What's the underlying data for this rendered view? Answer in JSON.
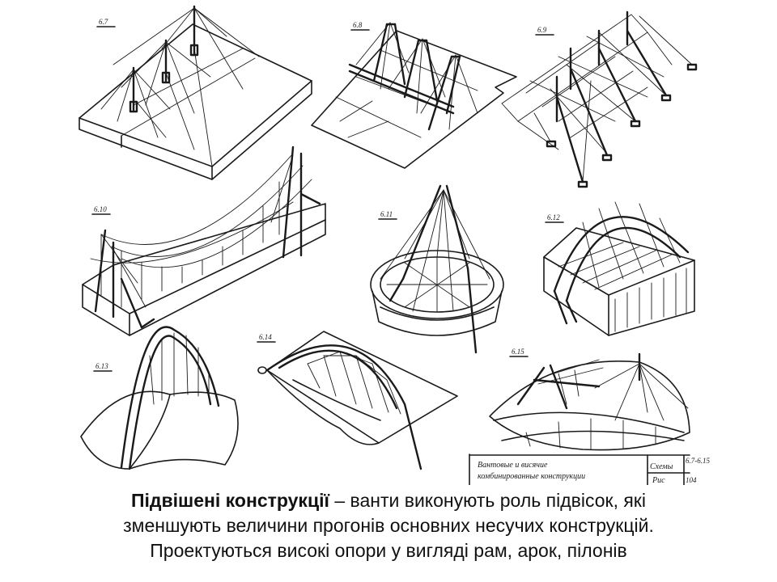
{
  "figure": {
    "labels": [
      "6.7",
      "6.8",
      "6.9",
      "6.10",
      "6.11",
      "6.12",
      "6.13",
      "6.14",
      "6.15"
    ],
    "stamp": {
      "title_line1": "Вантовые и висячие",
      "title_line2": "комбинированные конструкции",
      "cell_schemes": "Схемы",
      "cell_range": "6.7-6.15",
      "cell_fig": "Рис",
      "cell_num": "104"
    }
  },
  "caption": {
    "term": "Підвішені конструкції",
    "line1_rest": " – ванти виконують роль підвісок, які",
    "line2": "зменшують величини прогонів основних несучих конструкцій.",
    "line3": "Проектуються високі опори у вигляді рам, арок, пілонів"
  }
}
